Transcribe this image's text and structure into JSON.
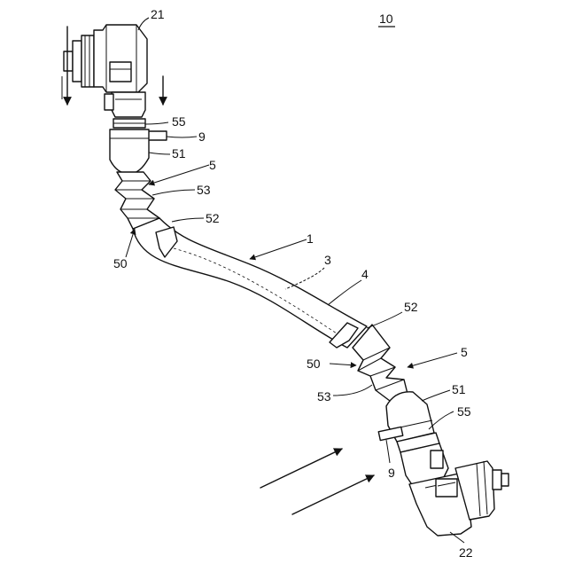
{
  "figure": {
    "ref_title": "10",
    "labels": {
      "connector_top": "21",
      "connector_bottom": "22",
      "harness": "1",
      "wire": "3",
      "sheath": "4",
      "corrugate_top": "5",
      "corrugate_bottom": "5",
      "grommet_top": "50",
      "grommet_bottom": "50",
      "ring_top": "51",
      "ring_bottom": "51",
      "band_top": "52",
      "band_bottom": "52",
      "bellows_top": "53",
      "bellows_bottom": "53",
      "clip_top": "55",
      "clip_bottom": "55",
      "tab_top": "9",
      "tab_bottom": "9"
    }
  }
}
